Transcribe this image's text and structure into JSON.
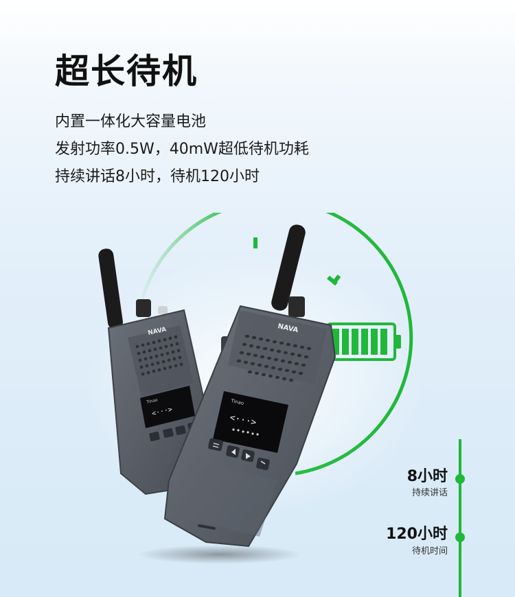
{
  "heading": {
    "title": "超长待机",
    "lines": [
      "内置一体化大容量电池",
      "发射功率0.5W，40mW超低待机功耗",
      "持续讲话8小时，待机120小时"
    ]
  },
  "product": {
    "brand": "NAVA",
    "screen_text_left": "Tinao",
    "screen_text_right": "Tinao"
  },
  "stats": [
    {
      "value": "8小时",
      "caption": "持续讲话"
    },
    {
      "value": "120小时",
      "caption": "待机时间"
    }
  ],
  "colors": {
    "accent": "#1fb83a",
    "device_body": "#5a6069",
    "antenna": "#1b1b1b"
  },
  "icons": [
    "battery-full-icon",
    "menu-icon",
    "arrow-left-icon",
    "arrow-right-icon",
    "back-icon"
  ]
}
